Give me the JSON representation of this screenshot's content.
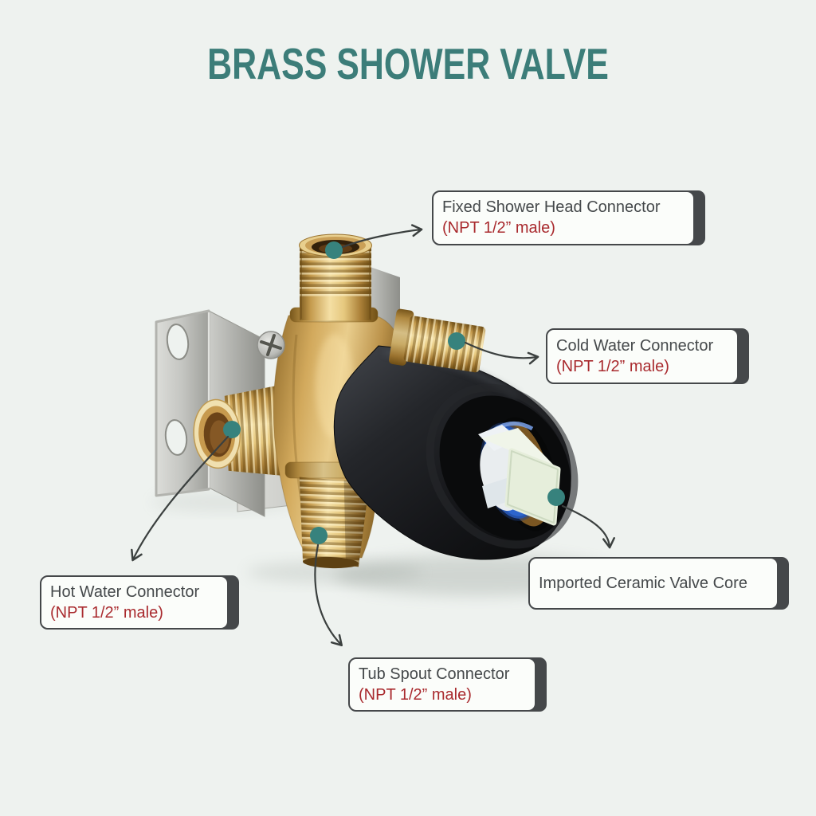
{
  "page": {
    "background": "#eef2ef",
    "title": "BRASS SHOWER VALVE"
  },
  "callouts": [
    {
      "id": "fixed-shower-head-connector",
      "line1": "Fixed Shower Head Connector",
      "line2": "(NPT 1/2” male)"
    },
    {
      "id": "cold-water-connector",
      "line1": "Cold Water Connector",
      "line2": "(NPT 1/2” male)"
    },
    {
      "id": "imported-ceramic-valve-core",
      "line1": "Imported Ceramic Valve Core"
    },
    {
      "id": "hot-water-connector",
      "line1": "Hot Water Connector",
      "line2": "(NPT 1/2” male)"
    },
    {
      "id": "tub-spout-connector",
      "line1": "Tub Spout Connector",
      "line2": "(NPT 1/2” male)"
    }
  ],
  "style": {
    "title_color": "#3c7d79",
    "label_text_color": "#45494b",
    "label_subtext_color": "#a92a2e",
    "label_border_color": "#45484a",
    "label_bg": "#fbfdfa",
    "arrow_color": "#3b403f",
    "dot_color": "#37827d",
    "page_bg": "#eef2ef"
  }
}
